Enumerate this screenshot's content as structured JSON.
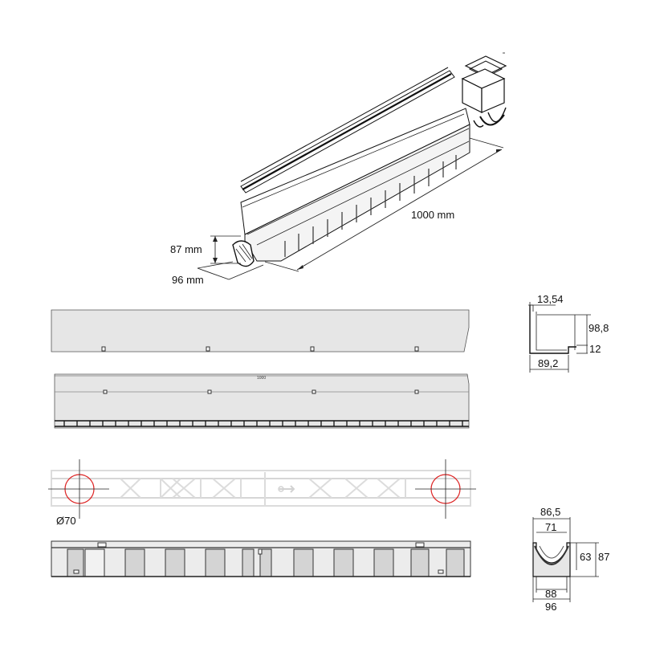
{
  "iso_view": {
    "length_label": "1000 mm",
    "height_label": "87 mm",
    "width_label": "96 mm"
  },
  "side_view": {
    "tiny_length_label": "1000"
  },
  "bottom_view": {
    "hole_label": "Ø70"
  },
  "grating_section": {
    "top_label": "13,54",
    "height_label": "98,8",
    "foot_label": "12",
    "width_label": "89,2"
  },
  "channel_section": {
    "outer_top_label": "86,5",
    "inner_top_label": "71",
    "inner_height_label": "63",
    "outer_height_label": "87",
    "bottom_inner_label": "88",
    "bottom_outer_label": "96"
  }
}
